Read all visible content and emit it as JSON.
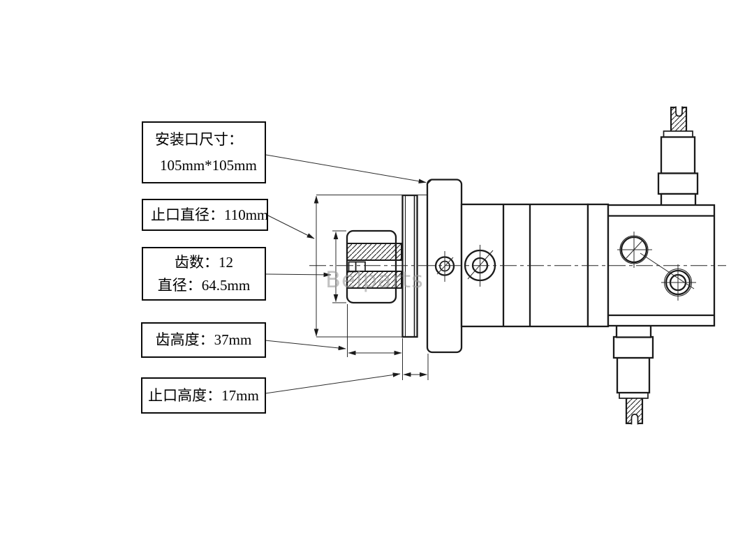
{
  "page": {
    "background": "#ffffff"
  },
  "watermark": {
    "text": "Belparts",
    "color": "#9a9a9a"
  },
  "annotation_boxes": [
    {
      "name": "mounting-port-size",
      "lines": [
        "安装口尺寸：",
        "105mm*105mm"
      ]
    },
    {
      "name": "spigot-diameter",
      "lines": [
        "止口直径：110mm"
      ]
    },
    {
      "name": "gear-teeth-spec",
      "lines": [
        "齿数：12",
        "直径：64.5mm"
      ]
    },
    {
      "name": "tooth-height",
      "lines": [
        "齿高度：37mm"
      ]
    },
    {
      "name": "spigot-height",
      "lines": [
        "止口高度：17mm"
      ]
    }
  ],
  "dimensions": {
    "mounting_port_size": "105mm*105mm",
    "spigot_diameter_mm": 110,
    "teeth_count": 12,
    "gear_diameter_mm": 64.5,
    "tooth_height_mm": 37,
    "spigot_height_mm": 17
  },
  "colors": {
    "line": "#1a1a1a",
    "dim_line": "#2a2a2a",
    "watermark": "#9a9a9a"
  }
}
